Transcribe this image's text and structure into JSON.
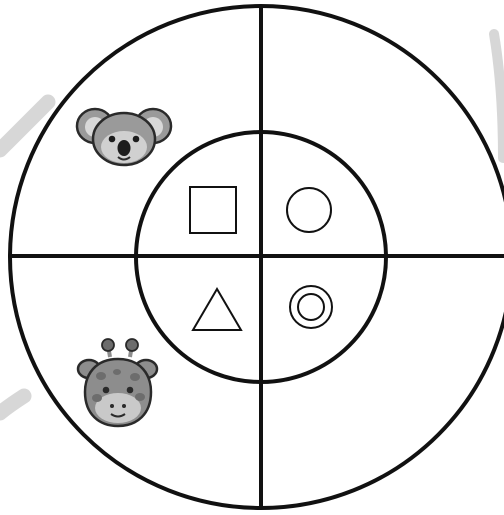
{
  "colors": {
    "background": "#ffffff",
    "stroke": "#111111",
    "watermark": "#d7d7d7",
    "animal_outline": "#2a2a2a",
    "koala_fur": "#9a9a9a",
    "koala_ear_inner": "#d8d8d8",
    "koala_face_light": "#d0d0d0",
    "koala_nose": "#1d1d1d",
    "giraffe_fur": "#8d8d8d",
    "giraffe_face_light": "#c9c9c9",
    "giraffe_spots": "#6d6d6d"
  },
  "diagram": {
    "quadrant_shapes": [
      "square",
      "circle",
      "triangle",
      "double-circle"
    ],
    "quadrant_animals": [
      "koala",
      "none",
      "giraffe",
      "none"
    ]
  },
  "icons": {
    "koala": "koala-icon",
    "giraffe": "giraffe-icon",
    "square": "square-icon",
    "circle": "circle-icon",
    "triangle": "triangle-icon",
    "double_circle": "double-circle-icon"
  }
}
